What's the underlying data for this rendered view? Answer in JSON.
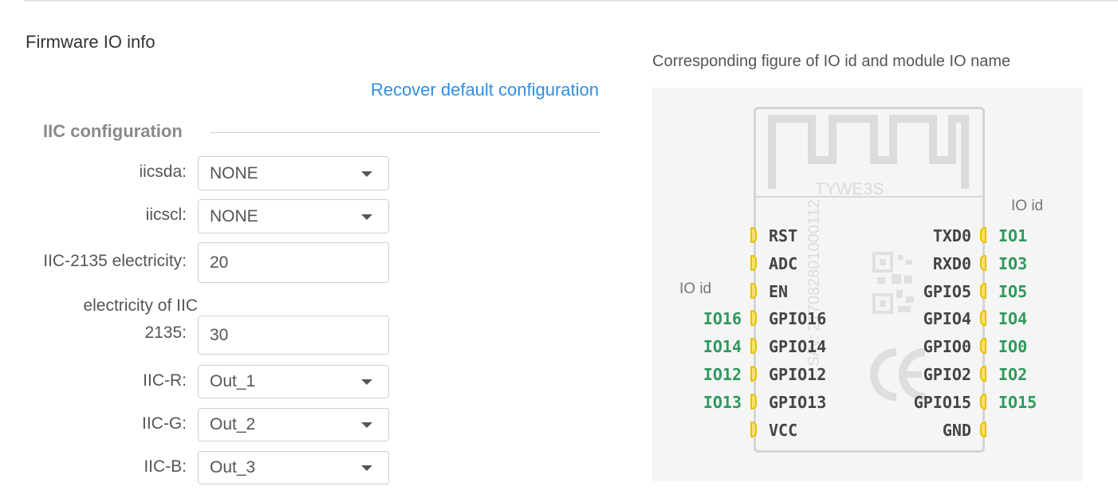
{
  "section_title": "Firmware IO info",
  "recover_link": "Recover default configuration",
  "iic_group_title": "IIC configuration",
  "form": {
    "iicsda": {
      "label": "iicsda:",
      "value": "NONE"
    },
    "iicscl": {
      "label": "iicscl:",
      "value": "NONE"
    },
    "iic2135_electricity": {
      "label": "IIC-2135 electricity:",
      "value": "20"
    },
    "electricity_of_iic2135": {
      "label_line1": "electricity of IIC",
      "label_line2": "2135:",
      "value": "30"
    },
    "iic_r": {
      "label": "IIC-R:",
      "value": "Out_1"
    },
    "iic_g": {
      "label": "IIC-G:",
      "value": "Out_2"
    },
    "iic_b": {
      "label": "IIC-B:",
      "value": "Out_3"
    }
  },
  "figure": {
    "caption": "Corresponding figure of IO id and module IO name",
    "module_label": "TYWE3S",
    "io_id_label": "IO id",
    "side_text": "S/N: 217082801000112",
    "left_pins": [
      {
        "name": "RST",
        "id": ""
      },
      {
        "name": "ADC",
        "id": ""
      },
      {
        "name": "EN",
        "id": ""
      },
      {
        "name": "GPIO16",
        "id": "IO16"
      },
      {
        "name": "GPIO14",
        "id": "IO14"
      },
      {
        "name": "GPIO12",
        "id": "IO12"
      },
      {
        "name": "GPIO13",
        "id": "IO13"
      },
      {
        "name": "VCC",
        "id": ""
      }
    ],
    "right_pins": [
      {
        "name": "TXD0",
        "id": "IO1"
      },
      {
        "name": "RXD0",
        "id": "IO3"
      },
      {
        "name": "GPIO5",
        "id": "IO5"
      },
      {
        "name": "GPIO4",
        "id": "IO4"
      },
      {
        "name": "GPIO0",
        "id": "IO0"
      },
      {
        "name": "GPIO2",
        "id": "IO2"
      },
      {
        "name": "GPIO15",
        "id": "IO15"
      },
      {
        "name": "GND",
        "id": ""
      }
    ]
  }
}
